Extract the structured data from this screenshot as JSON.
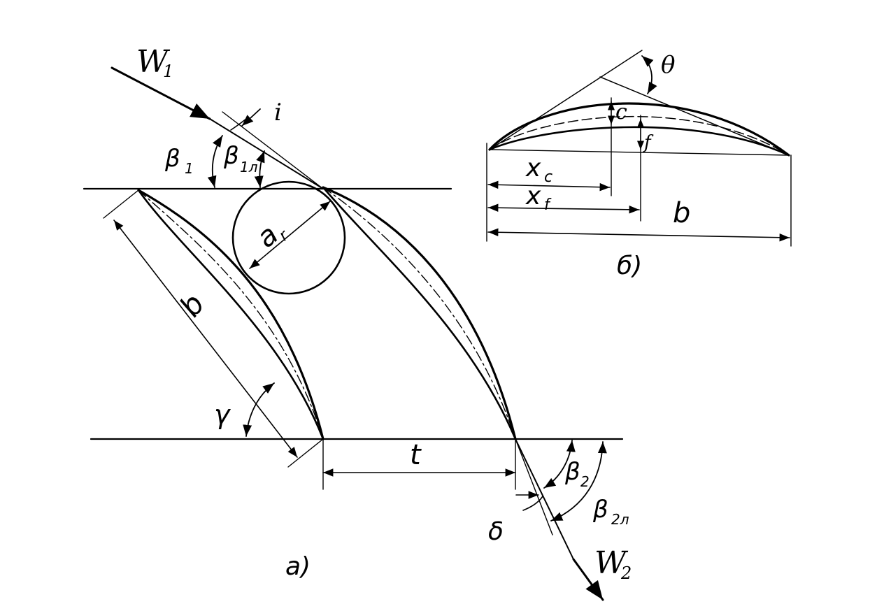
{
  "figure_a": {
    "caption": "а)",
    "labels": {
      "w1": "W",
      "w1_sub": "1",
      "incidence": "i",
      "beta1": "β",
      "beta1_sub": "1",
      "beta1l": "β",
      "beta1l_sub": "1л",
      "throat": "a",
      "throat_sub": "r",
      "chord": "b",
      "stagger": "γ",
      "pitch": "t",
      "beta2": "β",
      "beta2_sub": "2",
      "beta2l": "β",
      "beta2l_sub": "2л",
      "deviation": "δ",
      "w2": "W",
      "w2_sub": "2"
    }
  },
  "figure_b": {
    "caption": "б)",
    "labels": {
      "camber_angle": "θ",
      "max_thickness": "c",
      "max_camber": "f",
      "xc": "x",
      "xc_sub": "c",
      "xf": "x",
      "xf_sub": "f",
      "chord": "b"
    }
  }
}
